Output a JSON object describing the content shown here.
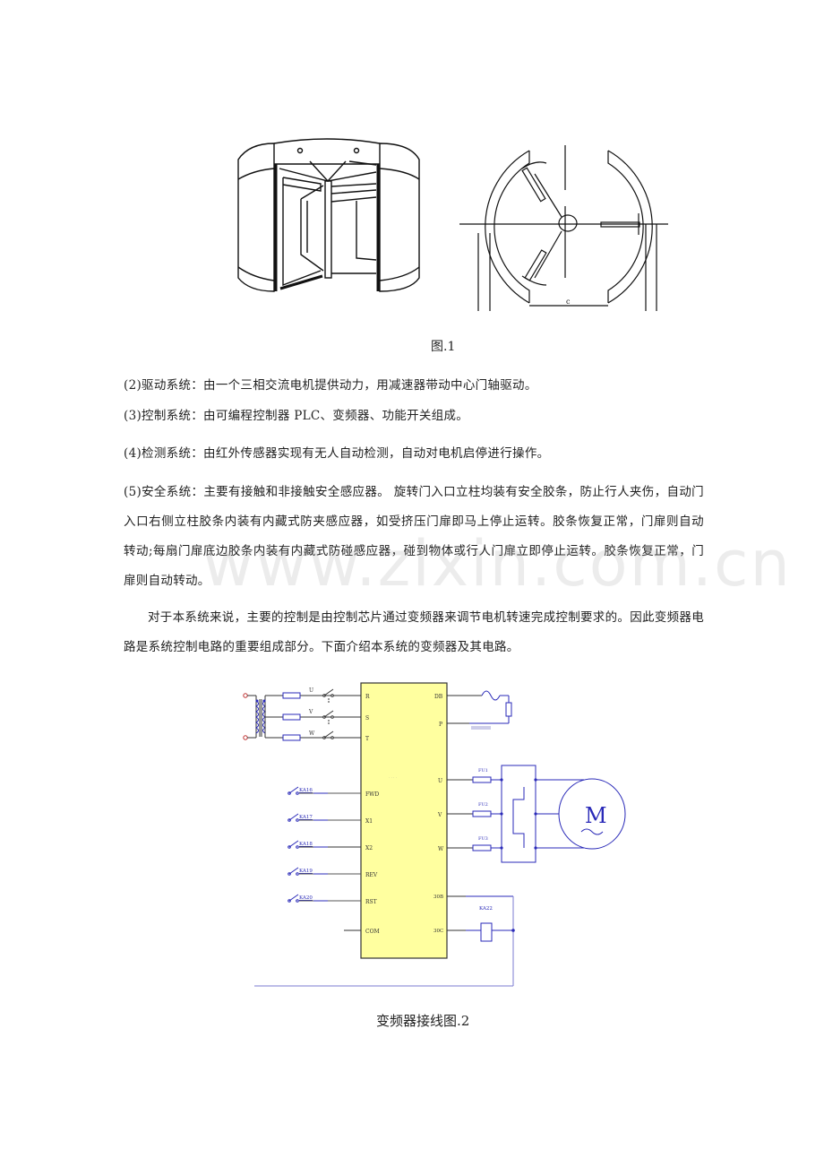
{
  "figure1": {
    "caption": "图.1",
    "left_drawing": "revolving-door-perspective-illustration",
    "right_drawing": {
      "type": "revolving-door-plan-view",
      "dimension_label": "c"
    }
  },
  "paragraphs": [
    {
      "id": "p2",
      "text": "(2)驱动系统：由一个三相交流电机提供动力，用减速器带动中心门轴驱动。"
    },
    {
      "id": "p3",
      "text": "(3)控制系统：由可编程控制器 PLC、变频器、功能开关组成。"
    },
    {
      "id": "p4",
      "text": "(4)检测系统：由红外传感器实现有无人自动检测，自动对电机启停进行操作。"
    },
    {
      "id": "p5",
      "text": "(5)安全系统：主要有接触和非接触安全感应器。 旋转门入口立柱均装有安全胶条，防止行人夹伤，自动门入口右侧立柱胶条内装有内藏式防夹感应器，如受挤压门扉即马上停止运转。胶条恢复正常，门扉则自动转动;每扇门扉底边胶条内装有内藏式防碰感应器，碰到物体或行人门扉立即停止运转。胶条恢复正常，门扉则自动转动。"
    },
    {
      "id": "p6",
      "text": "对于本系统来说，主要的控制是由控制芯片通过变频器来调节电机转速完成控制要求的。因此变频器电路是系统控制电路的重要组成部分。下面介绍本系统的变频器及其电路。"
    }
  ],
  "watermark": "www.zixin.com.cn",
  "figure2": {
    "caption": "变频器接线图.2",
    "colors": {
      "inverter_fill": "#ffff9f",
      "wire_blue": "#2a2ab8",
      "wire_black": "#333333",
      "terminal_red": "#c03030"
    },
    "supply_phases": [
      "U",
      "V",
      "W"
    ],
    "inverter_inputs": [
      "R",
      "S",
      "T"
    ],
    "control_inputs": [
      {
        "relay": "KA16",
        "terminal": "FWD"
      },
      {
        "relay": "KA17",
        "terminal": "X1"
      },
      {
        "relay": "KA18",
        "terminal": "X2"
      },
      {
        "relay": "KA19",
        "terminal": "REV"
      },
      {
        "relay": "KA20",
        "terminal": "RST"
      }
    ],
    "common_terminal": "COM",
    "brake_terminals": [
      "DB",
      "P"
    ],
    "output_terminals": [
      "U",
      "V",
      "W"
    ],
    "fuses": [
      "FU1",
      "FU2",
      "FU3"
    ],
    "fault_terminals": [
      "30B",
      "30C"
    ],
    "fault_relay": "KA22",
    "motor_label": "M",
    "motor_symbol": "~"
  }
}
